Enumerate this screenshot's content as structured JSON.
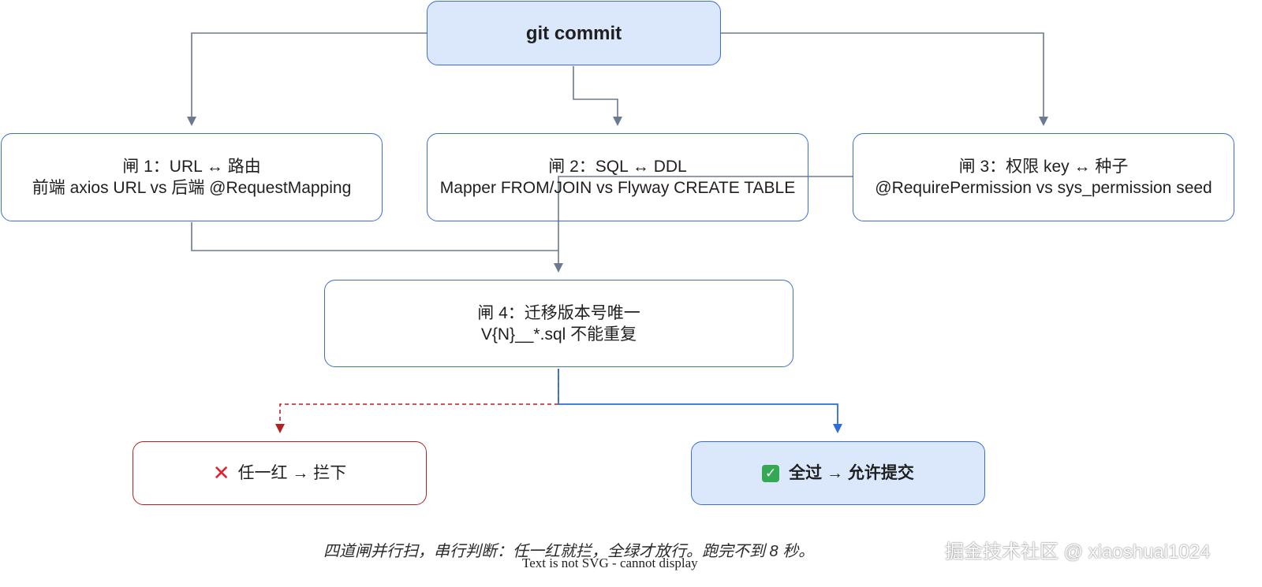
{
  "nodes": {
    "commit": "git commit",
    "gate1": {
      "line1": "闸 1：URL ↔ 路由",
      "line2": "前端 axios URL vs 后端 @RequestMapping"
    },
    "gate2": {
      "line1": "闸 2：SQL ↔ DDL",
      "line2": "Mapper FROM/JOIN vs Flyway CREATE TABLE"
    },
    "gate3": {
      "line1": "闸 3：权限 key ↔ 种子",
      "line2": "@RequirePermission vs sys_permission seed"
    },
    "gate4": {
      "line1": "闸 4：迁移版本号唯一",
      "line2": "V{N}__*.sql 不能重复"
    },
    "reject": {
      "icon": "cross-mark-icon",
      "label": "任一红 → 拦下"
    },
    "accept": {
      "icon": "check-mark-icon",
      "label": "全过 → 允许提交"
    }
  },
  "caption": "四道闸并行扫，串行判断：任一红就拦，全绿才放行。跑完不到 8 秒。",
  "svg_note": "Text is not SVG - cannot display",
  "watermark": "掘金技术社区 @ xiaoshuai1024",
  "colors": {
    "node_border": "#3c6ed2",
    "node_fill_highlight": "#dbe8fc",
    "arrow_gray": "#6b7a8f",
    "reject_red": "#b22222",
    "accept_blue": "#2f6bdc"
  }
}
